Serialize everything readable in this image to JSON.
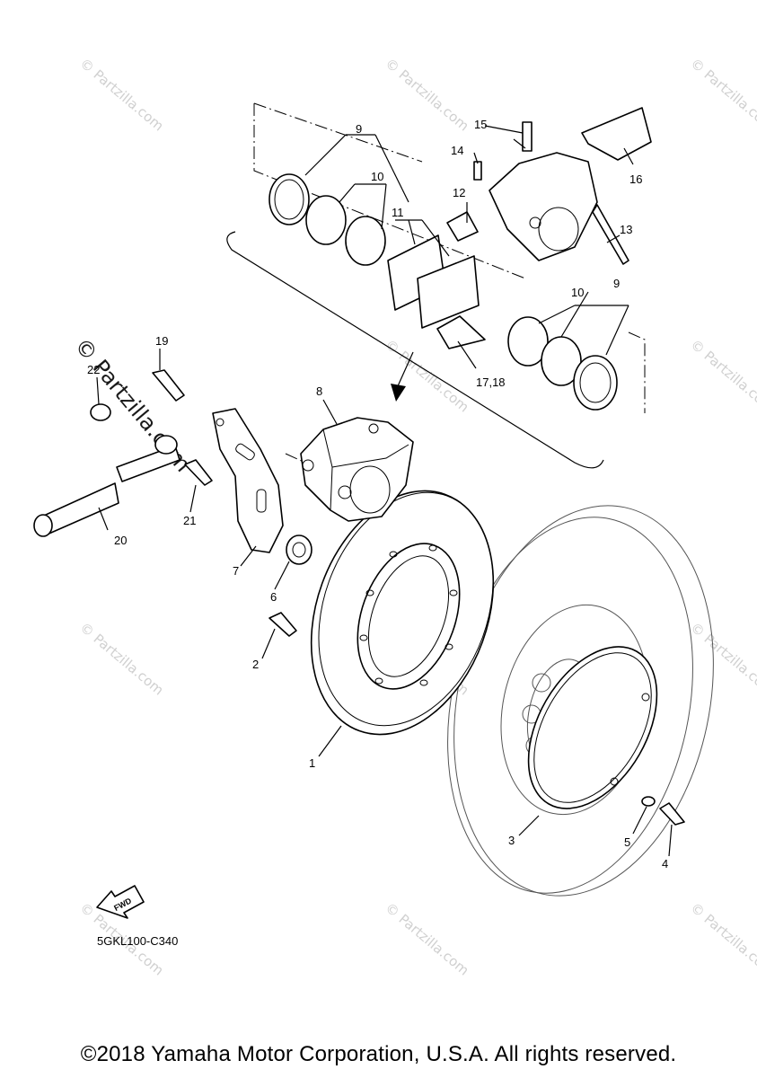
{
  "callouts": {
    "n1": "1",
    "n2": "2",
    "n3": "3",
    "n4": "4",
    "n5": "5",
    "n6": "6",
    "n7": "7",
    "n8": "8",
    "n9a": "9",
    "n9b": "9",
    "n10a": "10",
    "n10b": "10",
    "n11": "11",
    "n12": "12",
    "n13": "13",
    "n14": "14",
    "n15": "15",
    "n16": "16",
    "n1718": "17,18",
    "n19": "19",
    "n20": "20",
    "n21": "21",
    "n22": "22"
  },
  "fwd_label": "FWD",
  "watermark": {
    "small": "© Partzilla.com",
    "large": "© Partzilla.com"
  },
  "diagram_code": "5GKL100-C340",
  "copyright": "©2018 Yamaha Motor Corporation, U.S.A. All rights reserved."
}
